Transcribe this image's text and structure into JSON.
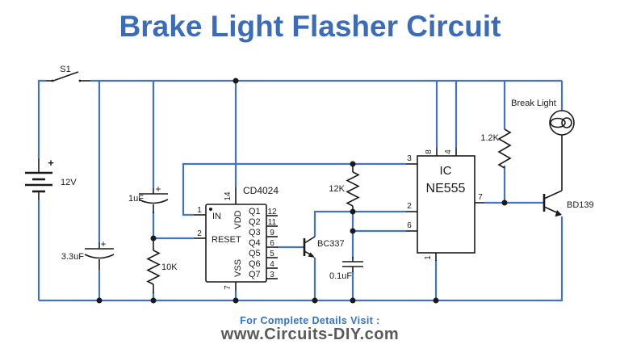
{
  "title": "Brake Light Flasher Circuit",
  "footer": {
    "visit_text": "For Complete Details Visit :",
    "website": "www.Circuits-DIY.com"
  },
  "colors": {
    "wire_blue": "#4472C4",
    "title_blue": "#3A6CB8",
    "footer_blue": "#3273C6",
    "footer_gray": "#58595B",
    "component_black": "#1A1A1A"
  },
  "components": {
    "switch_s1": {
      "label": "S1"
    },
    "battery": {
      "voltage": "12V",
      "polarity": "+"
    },
    "cap_3_3uf": {
      "value": "3.3uF",
      "polarity": "+"
    },
    "cap_1uf": {
      "value": "1uF",
      "polarity": "+"
    },
    "res_10k": {
      "value": "10K"
    },
    "res_12k": {
      "value": "12K"
    },
    "res_1_2k": {
      "value": "1.2K"
    },
    "cap_0_1uf": {
      "value": "0.1uF"
    },
    "transistor_bc337": {
      "label": "BC337"
    },
    "transistor_bd139": {
      "label": "BD139"
    },
    "lamp": {
      "label": "Break Light"
    },
    "counter_ic": {
      "name": "CD4024",
      "top_pin": {
        "num": "14",
        "label": "VDD"
      },
      "bottom_pin": {
        "num": "7",
        "label": "VSS"
      },
      "left_pins": [
        {
          "num": "1",
          "label": "IN"
        },
        {
          "num": "2",
          "label": "RESET"
        }
      ],
      "right_pins": [
        {
          "num": "12",
          "label": "Q1"
        },
        {
          "num": "11",
          "label": "Q2"
        },
        {
          "num": "9",
          "label": "Q3"
        },
        {
          "num": "6",
          "label": "Q4"
        },
        {
          "num": "5",
          "label": "Q5"
        },
        {
          "num": "4",
          "label": "Q6"
        },
        {
          "num": "3",
          "label": "Q7"
        }
      ]
    },
    "timer_ic": {
      "name_prefix": "IC",
      "name": "NE555",
      "pins": {
        "p8": "8",
        "p4": "4",
        "p3": "3",
        "p2": "2",
        "p6": "6",
        "p7": "7",
        "p1": "1"
      }
    }
  }
}
